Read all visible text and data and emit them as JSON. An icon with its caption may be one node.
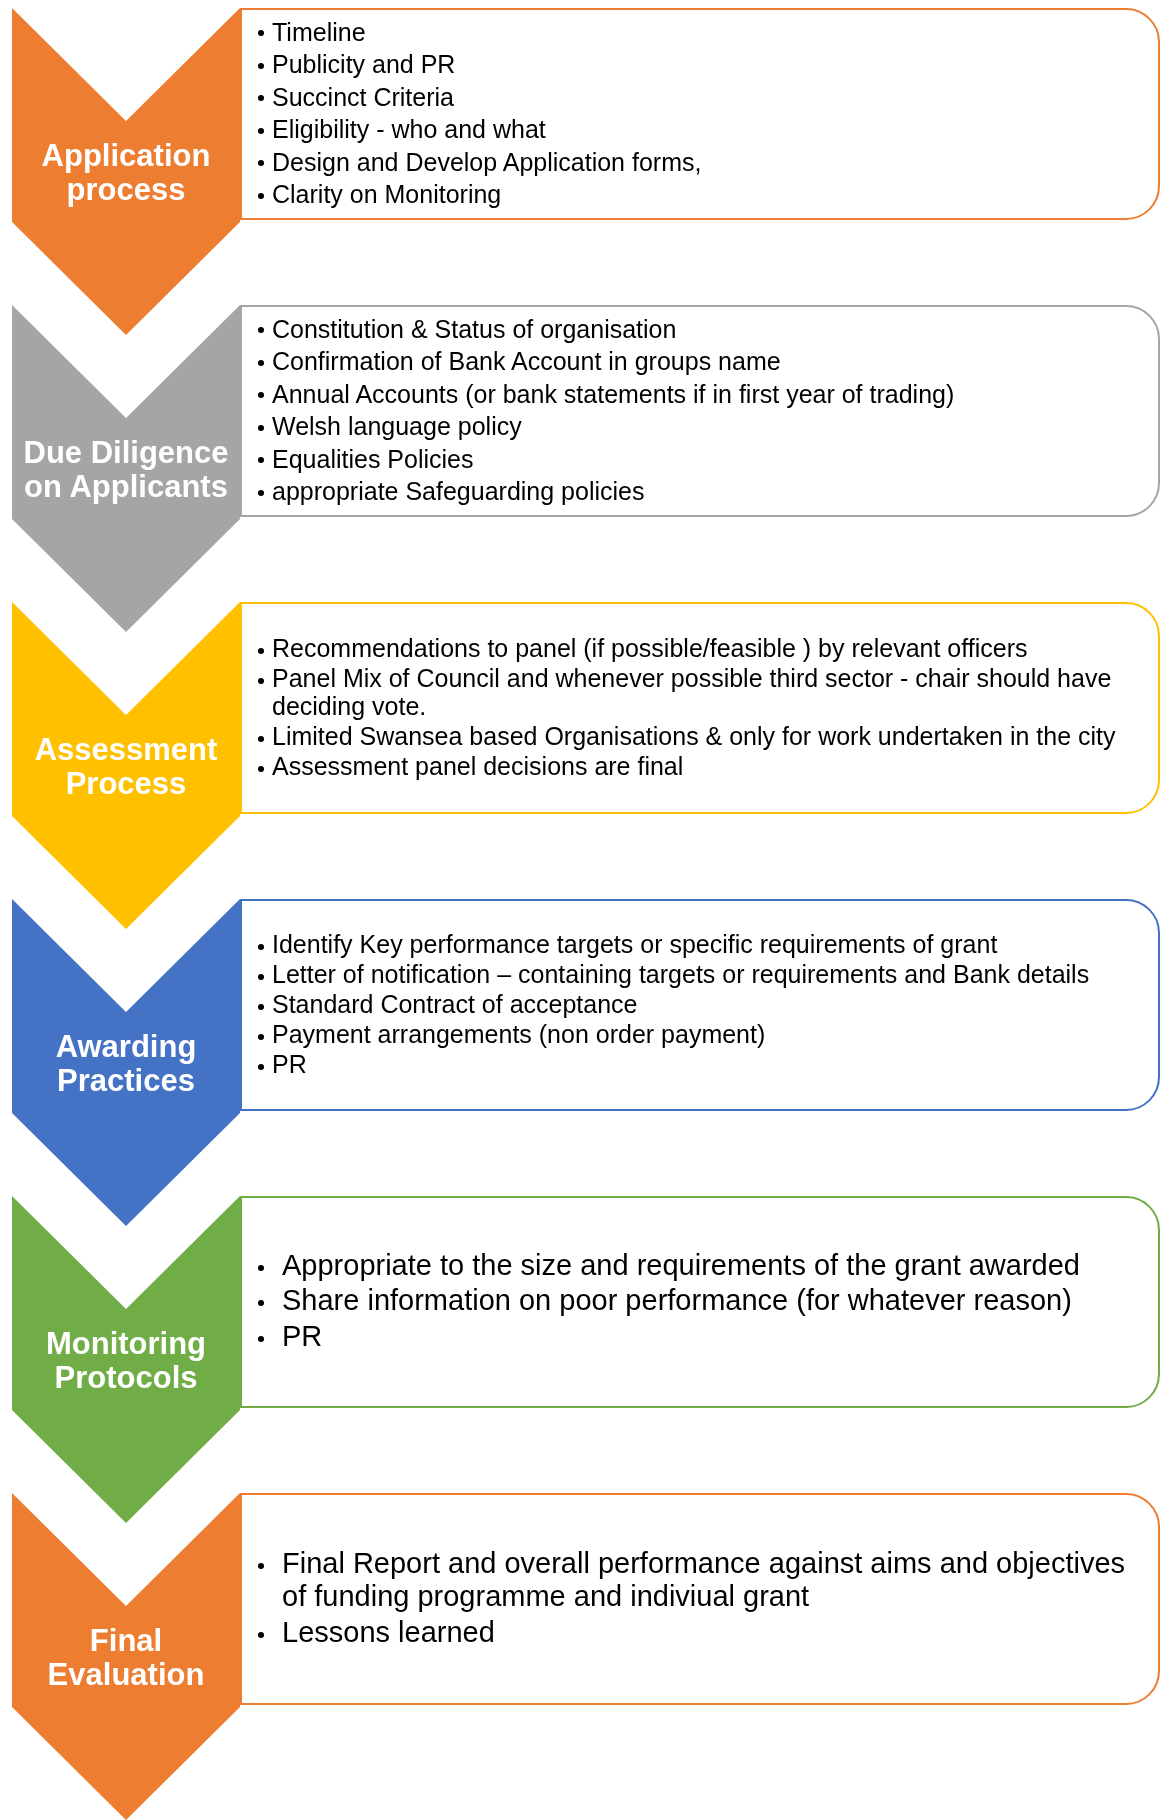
{
  "diagram": {
    "nodes": [
      {
        "text": [
          "Application process"
        ]
      },
      {
        "text": [
          "Timeline",
          "Publicity and PR",
          "Succinct Criteria",
          "Eligibility - who and what",
          "Design and Develop Application forms,",
          "Clarity on Monitoring"
        ]
      },
      {
        "text": [
          "Due Diligence on Applicants"
        ]
      },
      {
        "text": [
          "Constitution & Status of organisation",
          "Confirmation of  Bank Account in groups name",
          "Annual Accounts (or bank statements if in first year of trading)",
          "Welsh language policy",
          "Equalities Policies",
          "appropriate Safeguarding policies"
        ]
      },
      {
        "text": [
          "Assessment Process"
        ]
      },
      {
        "text": [
          "Recommendations to panel (if possible/feasible ) by relevant officers",
          "Panel Mix of Council and whenever possible third sector - chair should have deciding vote.",
          "Limited Swansea based Organisations & only for work undertaken in the city",
          "Assessment panel decisions are final"
        ]
      },
      {
        "text": [
          "Awarding Practices"
        ]
      },
      {
        "text": [
          "Identify Key performance targets or specific requirements of grant",
          "Letter of notification – containing targets or requirements and Bank details",
          "Standard Contract of acceptance",
          "Payment arrangements (non order payment)",
          "PR"
        ]
      },
      {
        "text": [
          "Monitoring Protocols"
        ]
      },
      {
        "text": [
          "Appropriate to the size and requirements of the grant awarded",
          "Share information on poor performance (for whatever reason)",
          "PR"
        ]
      },
      {
        "text": [
          "Final Evaluation"
        ]
      },
      {
        "text": [
          "Final Report and overall performance against aims and objectives of funding programme and indiviual grant",
          "Lessons learned"
        ]
      }
    ]
  }
}
